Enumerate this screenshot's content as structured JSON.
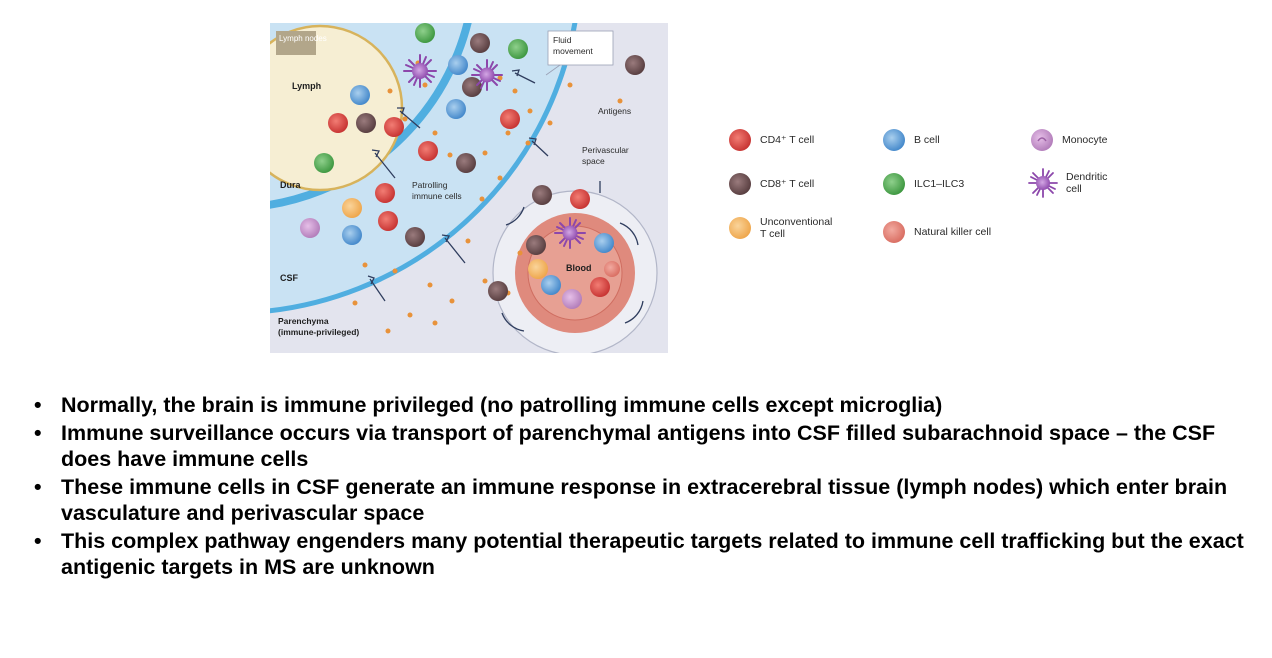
{
  "diagram": {
    "labels": {
      "lymph_nodes": "Lymph nodes",
      "lymph": "Lymph",
      "dura": "Dura",
      "csf": "CSF",
      "parenchyma_line1": "Parenchyma",
      "parenchyma_line2": "(immune-privileged)",
      "patrolling_line1": "Patrolling",
      "patrolling_line2": "immune cells",
      "fluid_line1": "Fluid",
      "fluid_line2": "movement",
      "antigens": "Antigens",
      "perivascular_line1": "Perivascular",
      "perivascular_line2": "space",
      "blood": "Blood"
    },
    "colors": {
      "background": "#e3e4ee",
      "csf": "#c9e2f3",
      "dura_band": "#50aee0",
      "lymph_node": "#f6eed3",
      "blood_vessel": "#df8a7d",
      "antigen": "#e8923a"
    }
  },
  "legend": [
    {
      "label": "CD4⁺ T cell",
      "icon": "cd4-t-cell",
      "color": "#d2403f"
    },
    {
      "label": "B cell",
      "icon": "b-cell",
      "color": "#5d9fd9"
    },
    {
      "label": "Monocyte",
      "icon": "monocyte",
      "color": "#c58dca"
    },
    {
      "label": "CD8⁺ T cell",
      "icon": "cd8-t-cell",
      "color": "#6b4e50"
    },
    {
      "label": "ILC1–ILC3",
      "icon": "ilc-cell",
      "color": "#4da64f"
    },
    {
      "label": "Dendritic\ncell",
      "icon": "dendritic-cell",
      "color": "#9a59b5"
    },
    {
      "label": "Unconventional\nT cell",
      "icon": "unconventional-t-cell",
      "color": "#f2b869"
    },
    {
      "label": "Natural killer cell",
      "icon": "natural-killer-cell",
      "color": "#e28074"
    }
  ],
  "bullets": [
    "Normally, the brain is immune privileged (no patrolling immune cells except microglia)",
    "Immune surveillance occurs via transport of parenchymal antigens into CSF filled subarachnoid space – the CSF does have immune cells",
    "These immune cells in CSF generate an immune response in extracerebral tissue (lymph nodes) which enter brain vasculature and perivascular space",
    "This complex pathway engenders many potential therapeutic targets related to immune cell trafficking but the exact antigenic targets in MS are unknown"
  ]
}
